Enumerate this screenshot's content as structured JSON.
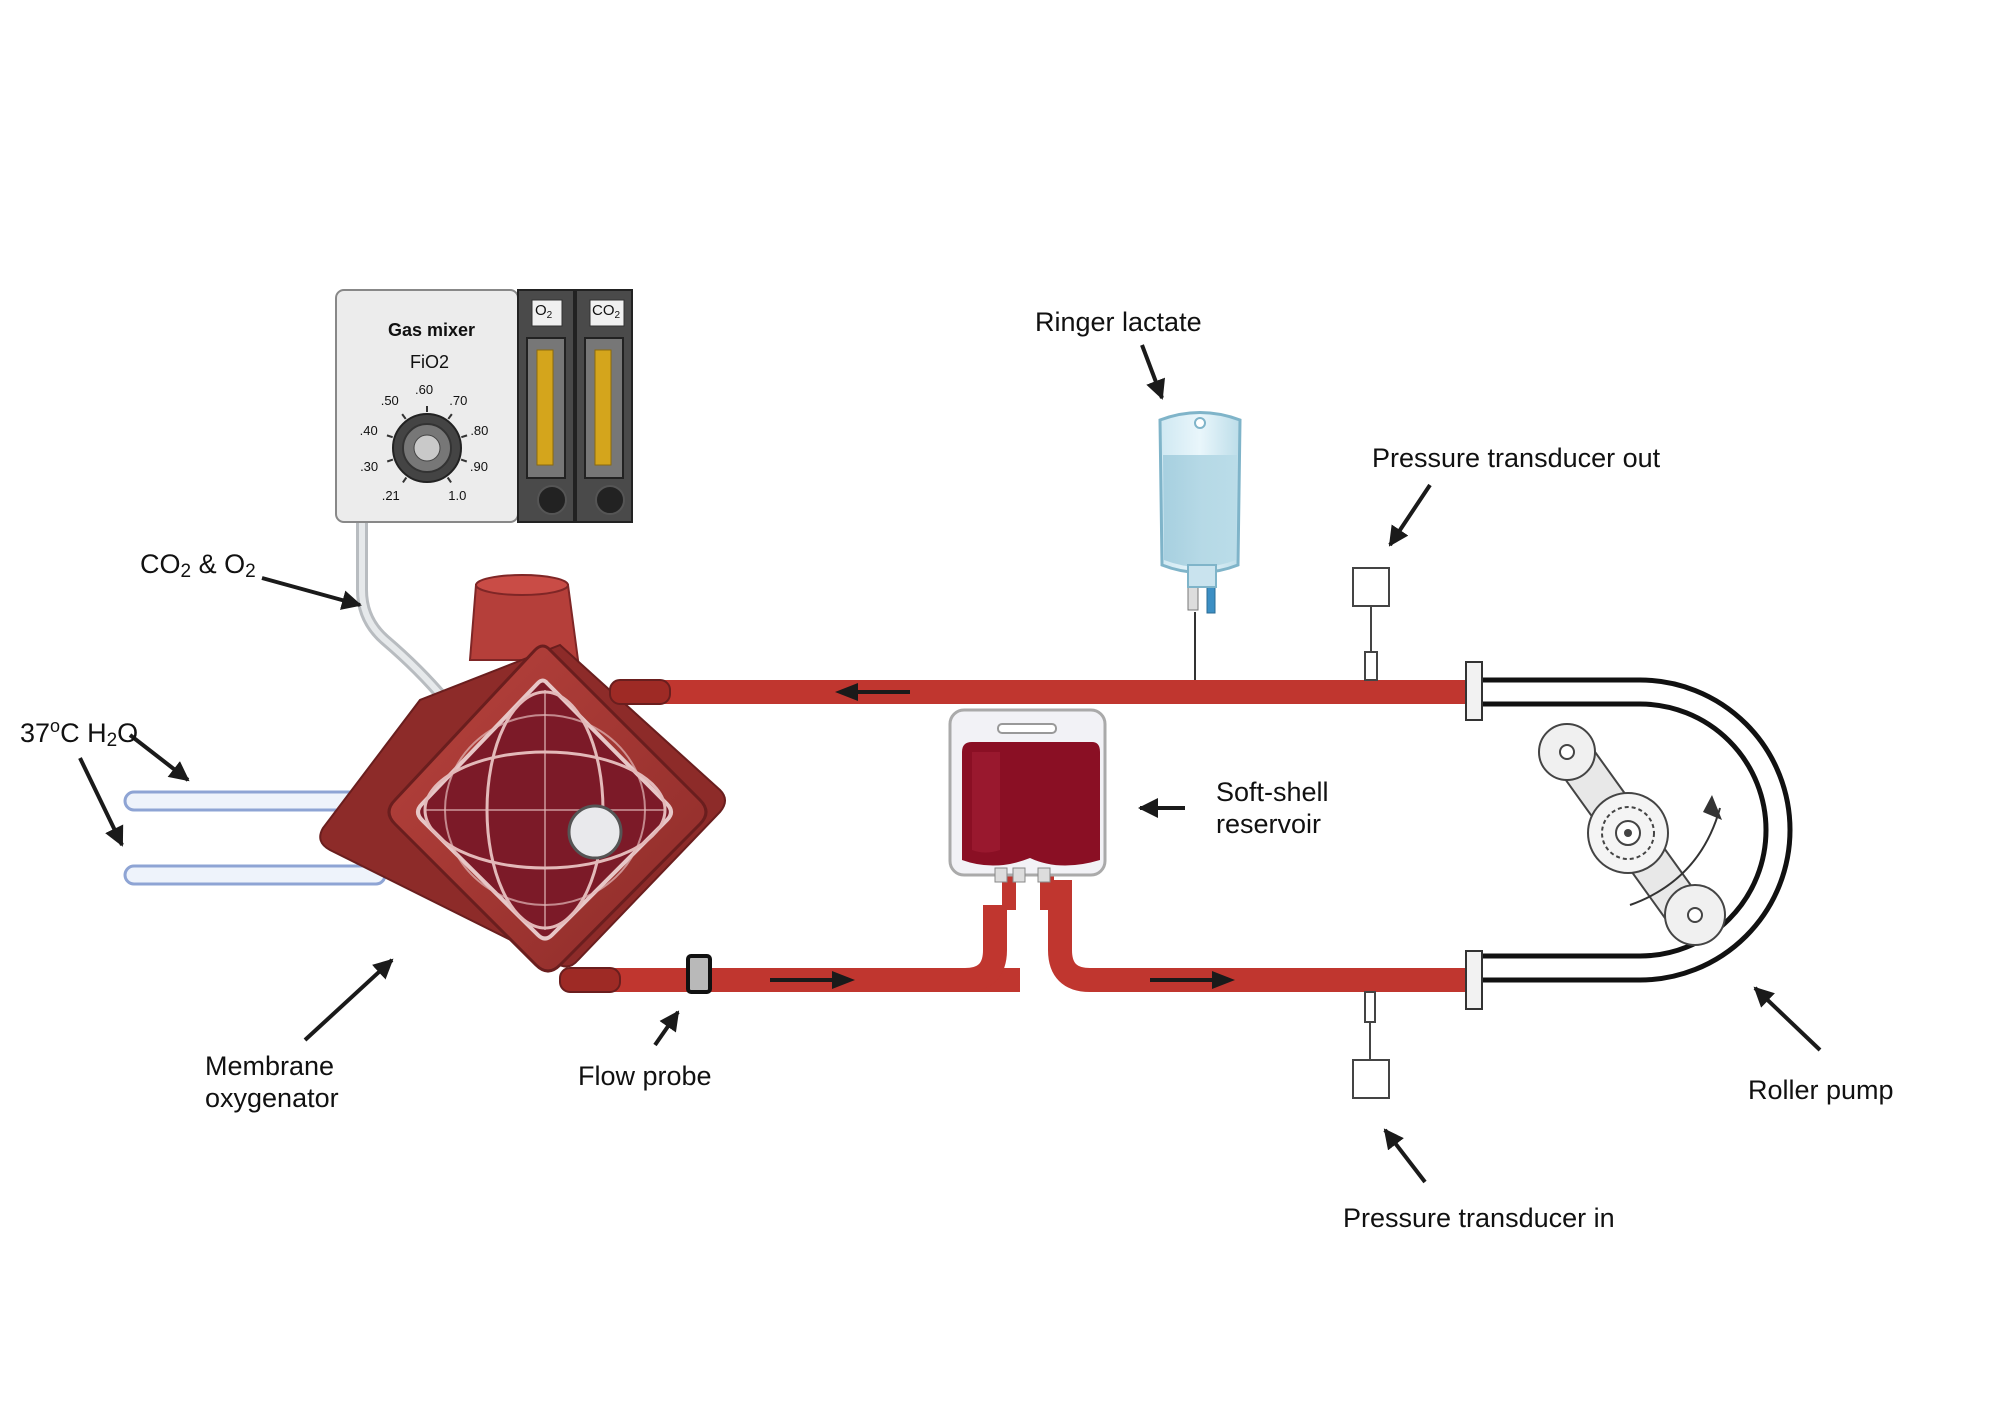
{
  "labels": {
    "gas_mixer_title": "Gas mixer",
    "fio2": "FiO2",
    "dial_ticks": [
      ".21",
      ".30",
      ".40",
      ".50",
      ".60",
      ".70",
      ".80",
      ".90",
      "1.0"
    ],
    "o2_flowmeter": "O",
    "o2_sub": "2",
    "co2_flowmeter": "CO",
    "co2_sub": "2",
    "ringer": "Ringer lactate",
    "pressure_out": "Pressure transducer out",
    "pressure_in": "Pressure transducer in",
    "gas_line_pre": "CO",
    "gas_line_sub1": "2",
    "gas_line_mid": " & O",
    "gas_line_sub2": "2",
    "water_pre": "37",
    "water_sup": "o",
    "water_mid": "C H",
    "water_sub": "2",
    "water_post": "O",
    "reservoir_line1": "Soft-shell",
    "reservoir_line2": "reservoir",
    "oxygenator_line1": "Membrane",
    "oxygenator_line2": "oxygenator",
    "flow_probe": "Flow probe",
    "roller_pump": "Roller pump"
  },
  "colors": {
    "tube": "#c0362f",
    "tube_dark": "#9e2a25",
    "blood": "#8a0f24",
    "oxygenator": "#a83a36",
    "oxygenator_dark": "#7f2626",
    "arrow": "#1a1a1a"
  }
}
